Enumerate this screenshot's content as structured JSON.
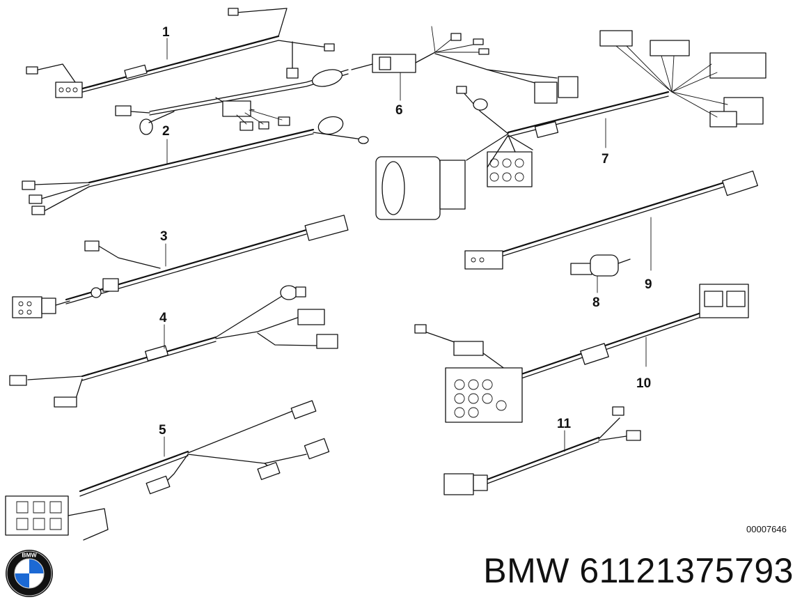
{
  "part_labels": [
    "1",
    "2",
    "3",
    "4",
    "5",
    "6",
    "7",
    "8",
    "9",
    "10",
    "11"
  ],
  "document_code": "00007646",
  "caption": "BMW 61121375793",
  "logo": {
    "text": "BMW",
    "colors": {
      "blue": "#1c69d4",
      "white": "#ffffff",
      "ring": "#111111"
    }
  }
}
